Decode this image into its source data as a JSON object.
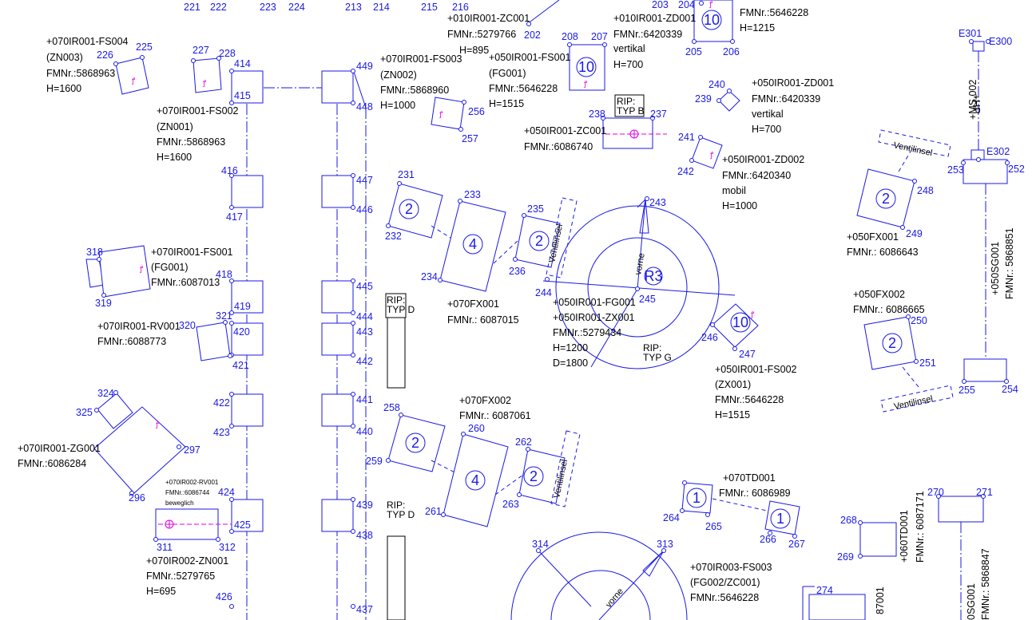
{
  "title": "",
  "top_numbers": [
    {
      "id": "n221",
      "label": "221"
    },
    {
      "id": "n222",
      "label": "222"
    },
    {
      "id": "n223",
      "label": "223"
    },
    {
      "id": "n224",
      "label": "224"
    },
    {
      "id": "n213",
      "label": "213"
    },
    {
      "id": "n214",
      "label": "214"
    },
    {
      "id": "n215",
      "label": "215"
    },
    {
      "id": "n216",
      "label": "216"
    },
    {
      "id": "n203",
      "label": "203"
    },
    {
      "id": "n204",
      "label": "204"
    }
  ],
  "equipment_labels": {
    "fs004": [
      "+070IR001-FS004",
      "(ZN003)",
      "FMNr.:5868963",
      "H=1600"
    ],
    "zc001a": [
      "+010IR001-ZC001",
      "FMNr.:5279766",
      "H=895"
    ],
    "zd001a": [
      "+010IR001-ZD001",
      "FMNr.:6420339",
      "vertikal",
      "H=700"
    ],
    "topright": [
      "FMNr.:5646228",
      "H=1215"
    ],
    "fs003": [
      "+070IR001-FS003",
      "(ZN002)",
      "FMNr.:5868960",
      "H=1000"
    ],
    "fs001_050": [
      "+050IR001-FS001",
      "(FG001)",
      "FMNr.:5646228",
      "H=1515"
    ],
    "fs002_070": [
      "+070IR001-FS002",
      "(ZN001)",
      "FMNr.:5868963",
      "H=1600"
    ],
    "zc001_050": [
      "+050IR001-ZC001",
      "FMNr.:6086740"
    ],
    "zd001_050": [
      "+050IR001-ZD001",
      "FMNr.:6420339",
      "vertikal",
      "H=700"
    ],
    "zd002_050": [
      "+050IR001-ZD002",
      "FMNr.:6420340",
      "mobil",
      "H=1000"
    ],
    "fs001_070": [
      "+070IR001-FS001",
      "(FG001)",
      "FMNr.:6087013"
    ],
    "rv001": [
      "+070IR001-RV001",
      "FMNr.:6088773"
    ],
    "fx001_070": [
      "+070FX001",
      "FMNr.: 6087015"
    ],
    "fg001": [
      "+050IR001-FG001",
      "+050IR001-ZX001",
      "FMNr.:5279434",
      "H=1200",
      "D=1800"
    ],
    "fx001_050": [
      "+050FX001",
      "FMNr.: 6086643"
    ],
    "fx002_050": [
      "+050FX002",
      "FMNr.: 6086665"
    ],
    "fs002_050": [
      "+050IR001-FS002",
      "(ZX001)",
      "FMNr.:5646228",
      "H=1515"
    ],
    "zg001": [
      "+070IR001-ZG001",
      "FMNr.:6086284"
    ],
    "fx002_070": [
      "+070FX002",
      "FMNr.: 6087061"
    ],
    "rv001_002": [
      "+070IR002-RV001",
      "FMNr.:6086744",
      "beweglich"
    ],
    "zn001_002": [
      "+070IR002-ZN001",
      "FMNr.:5279765",
      "H=695"
    ],
    "td001": [
      "+070TD001",
      "FMNr.: 6086989"
    ],
    "fs003_003": [
      "+070IR003-FS003",
      "(FG002/ZC001)",
      "FMNr.:5646228"
    ]
  },
  "vertical_labels": {
    "hp": "+HP",
    "ms002": "+MS.002",
    "sg001": "+050SG001",
    "sg001_fm": "FMNr.: 5868851",
    "td001_060": "+060TD001",
    "td001_060_fm": "FMNr.: 6087171",
    "sg001_b": "0SG001",
    "sg001_b_fm": "FMNr.: 5868847",
    "partial_87001": "87001",
    "vorne1": "vorne",
    "vorne2": "vorne",
    "ventilinsel_a": "Ventilinsel",
    "ventilinsel_b": "Ventilinsel"
  },
  "ventilinsel": [
    "Ventilinsel",
    "Ventilinsel"
  ],
  "rip_labels": {
    "typ_b": [
      "RIP:",
      "TYP B"
    ],
    "typ_d1": [
      "RIP:",
      "TYP D"
    ],
    "typ_d2": [
      "RIP:",
      "TYP D"
    ],
    "typ_g": [
      "RIP:",
      "TYP G"
    ]
  },
  "circle_symbols": {
    "c10a": "10",
    "c10b": "10",
    "c10c": "10",
    "c2a": "2",
    "c2b": "2",
    "c2c": "2",
    "c2d": "2",
    "c2e": "2",
    "c2f": "2",
    "c4a": "4",
    "c4b": "4",
    "r3": "R3",
    "c1a": "1",
    "c1b": "1"
  },
  "e_labels": {
    "e300": "E300",
    "e301": "E301",
    "e302": "E302"
  },
  "point_numbers": {
    "p225": "225",
    "p226": "226",
    "p227": "227",
    "p228": "228",
    "p414": "414",
    "p415": "415",
    "p449": "449",
    "p448": "448",
    "p202": "202",
    "p208": "208",
    "p207": "207",
    "p205": "205",
    "p206": "206",
    "p256": "256",
    "p257": "257",
    "p238": "238",
    "p237": "237",
    "p240": "240",
    "p239": "239",
    "p241": "241",
    "p242": "242",
    "p416": "416",
    "p417": "417",
    "p447": "447",
    "p446": "446",
    "p231": "231",
    "p232": "232",
    "p233": "233",
    "p234": "234",
    "p235": "235",
    "p236": "236",
    "p243": "243",
    "p244": "244",
    "p245": "245",
    "p246": "246",
    "p247": "247",
    "p248": "248",
    "p249": "249",
    "p250": "250",
    "p251": "251",
    "p252": "252",
    "p253": "253",
    "p254": "254",
    "p255": "255",
    "p318": "318",
    "p319": "319",
    "p418": "418",
    "p419": "419",
    "p445": "445",
    "p444": "444",
    "p443": "443",
    "p442": "442",
    "p320": "320",
    "p321": "321",
    "p420": "420",
    "p421": "421",
    "p324": "324",
    "p325": "325",
    "p297": "297",
    "p296": "296",
    "p422": "422",
    "p423": "423",
    "p441": "441",
    "p440": "440",
    "p258": "258",
    "p259": "259",
    "p260": "260",
    "p261": "261",
    "p262": "262",
    "p263": "263",
    "p424": "424",
    "p425": "425",
    "p439": "439",
    "p438": "438",
    "p311": "311",
    "p312": "312",
    "p426": "426",
    "p437": "437",
    "p264": "264",
    "p265": "265",
    "p266": "266",
    "p267": "267",
    "p268": "268",
    "p269": "269",
    "p270": "270",
    "p271": "271",
    "p314": "314",
    "p313": "313",
    "p274": "274"
  },
  "colors": {
    "line": "#1a1ae6",
    "text": "#000000",
    "accent": "#e000e0",
    "background": "#ffffff"
  }
}
